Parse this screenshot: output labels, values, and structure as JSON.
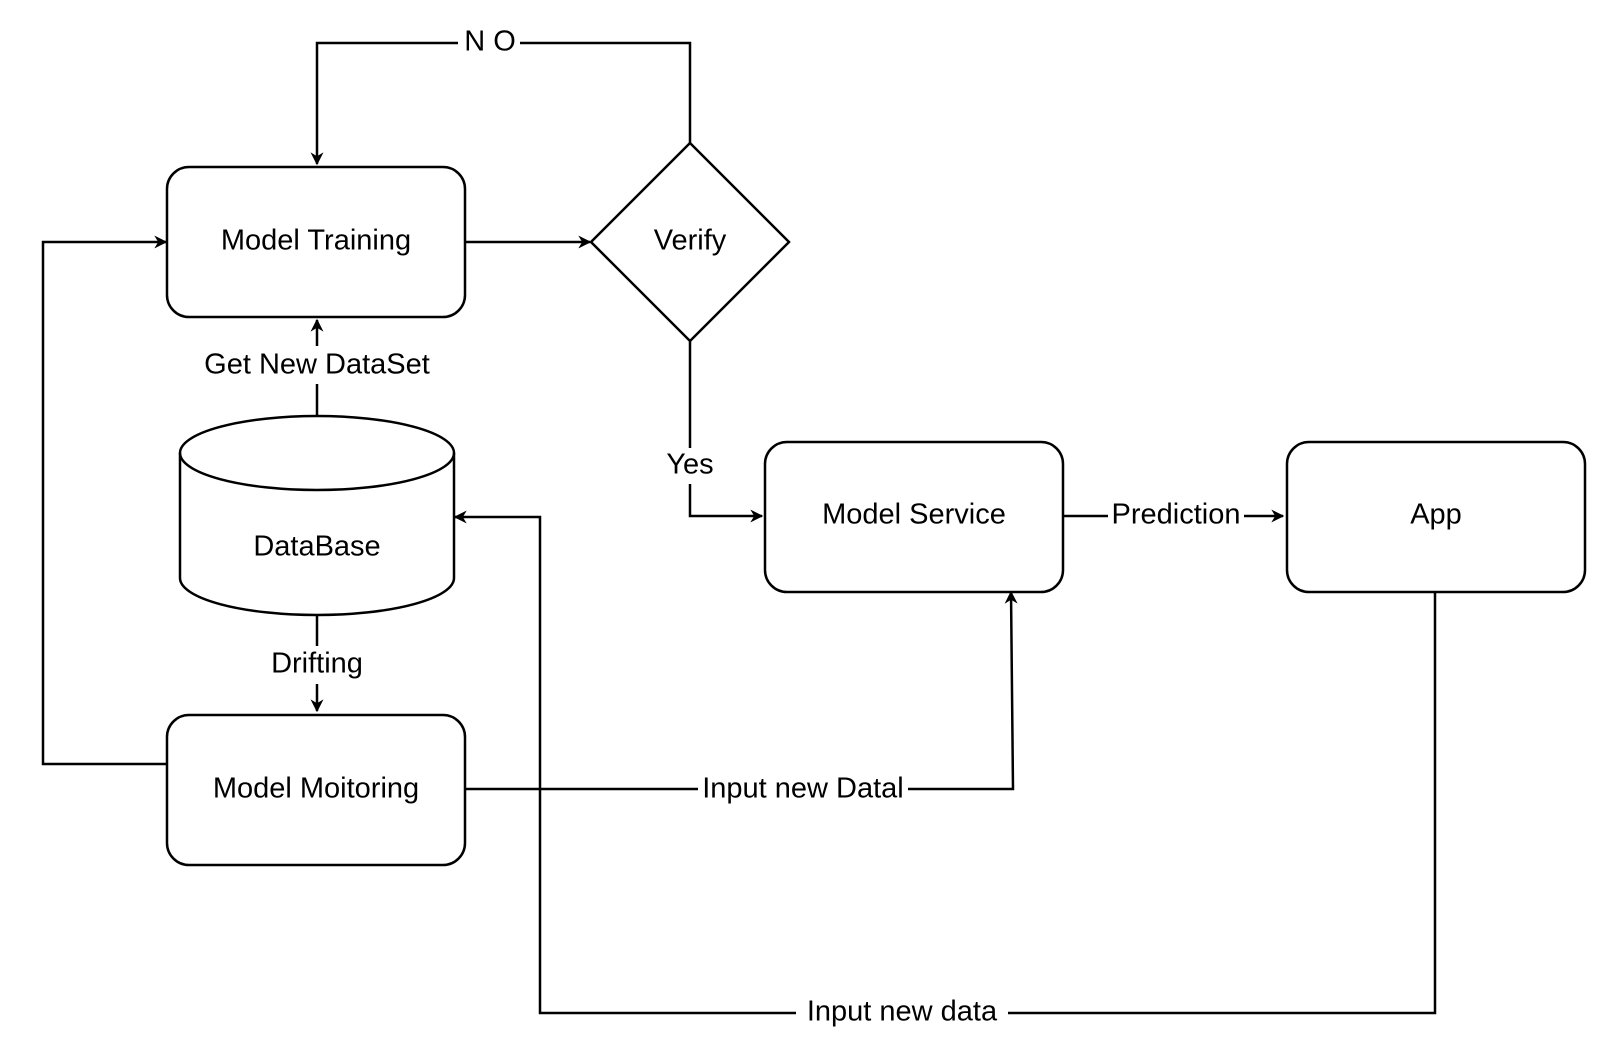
{
  "diagram": {
    "nodes": {
      "model_training": {
        "label": "Model Training"
      },
      "verify": {
        "label": "Verify"
      },
      "database": {
        "label": "DataBase"
      },
      "model_service": {
        "label": "Model Service"
      },
      "app": {
        "label": "App"
      },
      "model_monitoring": {
        "label": "Model Moitoring"
      }
    },
    "edges": {
      "verify_no": {
        "label": "N O"
      },
      "verify_yes": {
        "label": "Yes"
      },
      "get_new_dataset": {
        "label": "Get New DataSet"
      },
      "drifting": {
        "label": "Drifting"
      },
      "prediction": {
        "label": "Prediction"
      },
      "input_new_datal": {
        "label": "Input new Datal"
      },
      "input_new_data": {
        "label": "Input new data"
      }
    }
  }
}
